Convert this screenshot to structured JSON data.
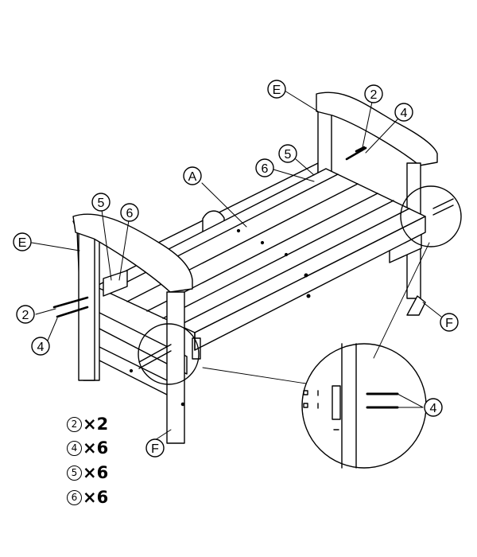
{
  "callouts": {
    "A": "A",
    "E_right": "E",
    "E_left": "E",
    "F_left": "F",
    "F_right": "F",
    "p2_top": "2",
    "p4_top": "4",
    "p5_top": "5",
    "p6_top": "6",
    "p5_left": "5",
    "p6_left": "6",
    "p2_left": "2",
    "p4_left": "4",
    "p4_detail": "4"
  },
  "parts_list": [
    {
      "part": "2",
      "sign": "×",
      "qty": "2"
    },
    {
      "part": "4",
      "sign": "×",
      "qty": "6"
    },
    {
      "part": "5",
      "sign": "×",
      "qty": "6"
    },
    {
      "part": "6",
      "sign": "×",
      "qty": "6"
    }
  ]
}
